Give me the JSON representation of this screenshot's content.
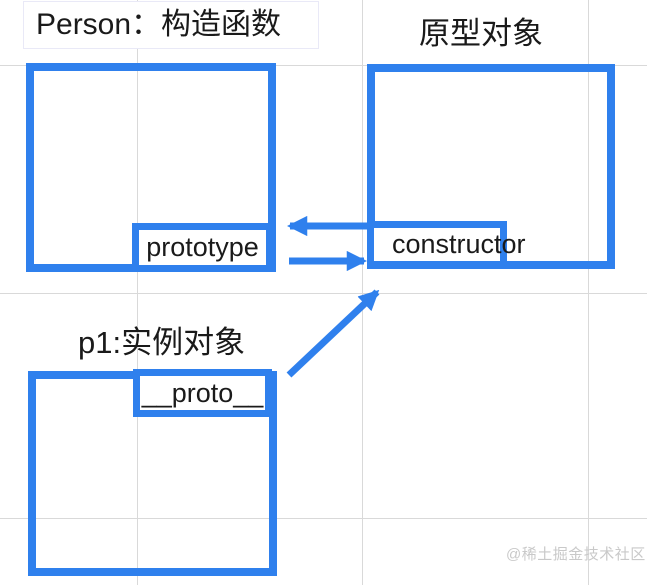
{
  "colors": {
    "box_blue": "#2f80ed",
    "text": "#1a1a1a",
    "grid": "#d9d9d9",
    "watermark": "#c9c9c9",
    "title_box_border": "#e9e9f7"
  },
  "diagram": {
    "constructor_function": {
      "title": "Person：构造函数",
      "member_label": "prototype"
    },
    "prototype_object": {
      "title": "原型对象",
      "member_label": "constructor"
    },
    "instance_object": {
      "title": "p1:实例对象",
      "member_label": "__proto__"
    }
  },
  "watermark": "@稀土掘金技术社区"
}
